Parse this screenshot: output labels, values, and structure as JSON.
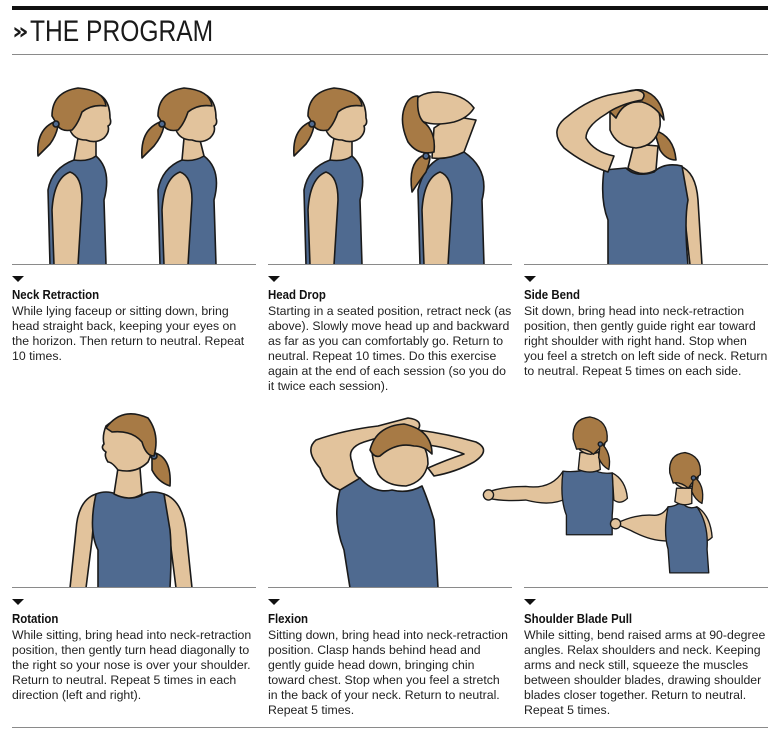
{
  "header": {
    "chevron": "»",
    "title": "THE PROGRAM"
  },
  "colors": {
    "shirt": "#4f6a90",
    "skin": "#e2c39c",
    "hair": "#a77a45",
    "outline": "#1a1a1a",
    "rule": "#8a8a8a"
  },
  "exercises": [
    {
      "title": "Neck Retraction",
      "description": "While lying faceup or sitting down, bring head straight back, keeping your eyes on the horizon. Then return to neutral. Repeat 10 times.",
      "illustration": "two-profile-figures-neck-retraction"
    },
    {
      "title": "Head Drop",
      "description": "Starting in a seated position, retract neck (as above). Slowly move head up and backward as far as you can comfortably go. Return to neutral. Repeat 10 times. Do this exercise again at the end of each session (so you do it twice each session).",
      "illustration": "profile-figure-and-head-tilted-back"
    },
    {
      "title": "Side Bend",
      "description": "Sit down, bring head into neck-retraction position, then gently guide right ear toward right shoulder with right hand. Stop when you feel a stretch on left side of neck. Return to neutral. Repeat 5 times on each side.",
      "illustration": "front-figure-hand-on-head-side-bend"
    },
    {
      "title": "Rotation",
      "description": "While sitting, bring head into neck-retraction position, then gently turn head diagonally to the right so your nose is over your shoulder. Return to neutral. Repeat 5 times in each direction (left and right).",
      "illustration": "front-figure-head-turned"
    },
    {
      "title": "Flexion",
      "description": "Sitting down, bring head into neck-retraction position. Clasp hands behind head and gently guide head down, bringing chin toward chest. Stop when you feel a stretch in the back of your neck. Return to neutral. Repeat 5 times.",
      "illustration": "front-figure-hands-behind-head-flexion"
    },
    {
      "title": "Shoulder Blade Pull",
      "description": "While sitting, bend raised arms at 90-degree angles. Relax shoulders and neck. Keeping arms and neck still, squeeze the muscles between shoulder blades, drawing shoulder blades closer together. Return to neutral. Repeat 5 times.",
      "illustration": "back-view-figures-shoulder-blade-pull"
    }
  ]
}
